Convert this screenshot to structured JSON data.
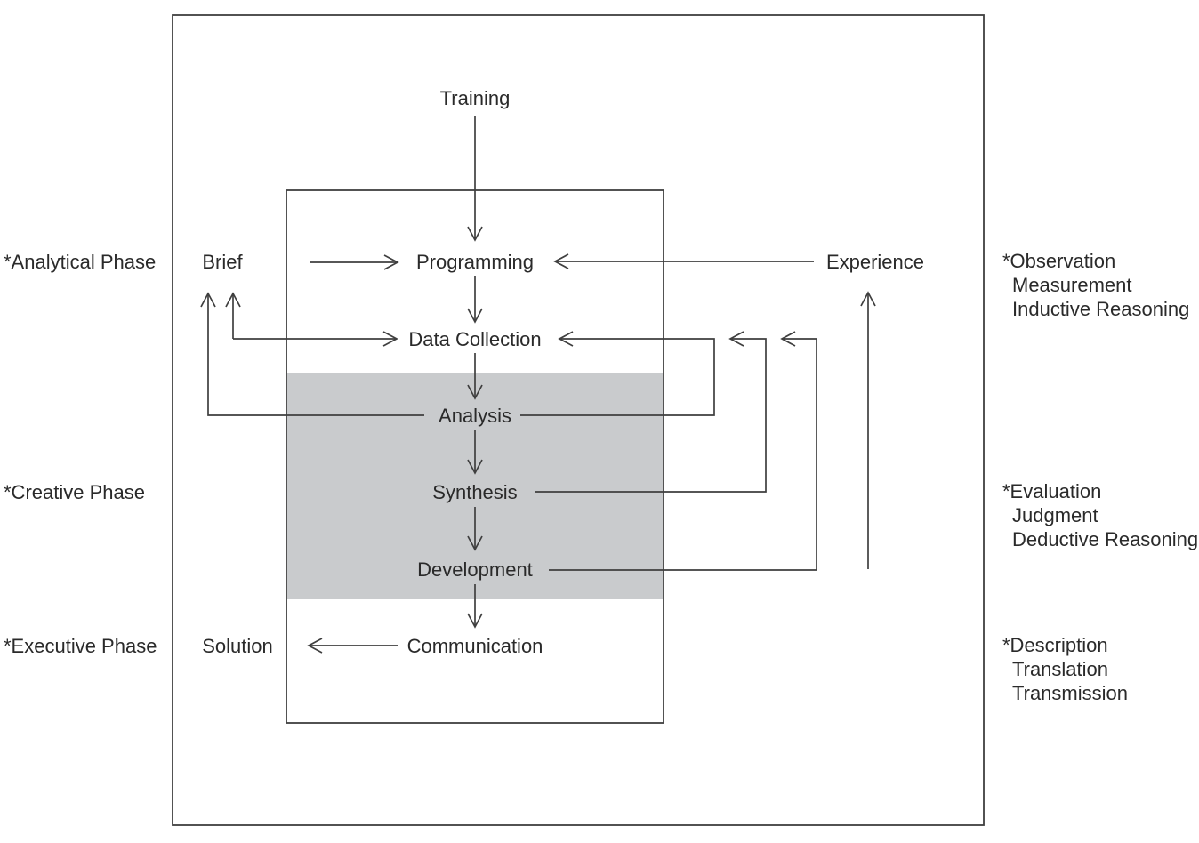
{
  "diagram": {
    "kind": "design-process-flow",
    "nodes": {
      "training": "Training",
      "brief": "Brief",
      "programming": "Programming",
      "experience": "Experience",
      "data_collection": "Data Collection",
      "analysis": "Analysis",
      "synthesis": "Synthesis",
      "development": "Development",
      "communication": "Communication",
      "solution": "Solution"
    },
    "phases_left": [
      {
        "label": "*Analytical Phase"
      },
      {
        "label": "*Creative Phase"
      },
      {
        "label": "*Executive Phase"
      }
    ],
    "annotations_right": [
      {
        "lines": [
          "*Observation",
          "Measurement",
          "Inductive Reasoning"
        ]
      },
      {
        "lines": [
          "*Evaluation",
          "Judgment",
          "Deductive Reasoning"
        ]
      },
      {
        "lines": [
          "*Description",
          "Translation",
          "Transmission"
        ]
      }
    ],
    "edges": [
      {
        "from": "training",
        "to": "programming",
        "type": "flow"
      },
      {
        "from": "brief",
        "to": "programming",
        "type": "flow"
      },
      {
        "from": "experience",
        "to": "programming",
        "type": "flow"
      },
      {
        "from": "programming",
        "to": "data_collection",
        "type": "flow"
      },
      {
        "from": "data_collection",
        "to": "analysis",
        "type": "flow"
      },
      {
        "from": "analysis",
        "to": "synthesis",
        "type": "flow"
      },
      {
        "from": "synthesis",
        "to": "development",
        "type": "flow"
      },
      {
        "from": "development",
        "to": "communication",
        "type": "flow"
      },
      {
        "from": "communication",
        "to": "solution",
        "type": "flow"
      },
      {
        "from": "analysis",
        "to": "brief",
        "type": "feedback"
      },
      {
        "from": "brief",
        "to": "data_collection",
        "type": "feedback",
        "bidirectional": true
      },
      {
        "from": "analysis",
        "to": "data_collection",
        "type": "feedback"
      },
      {
        "from": "synthesis",
        "to": "data_collection",
        "type": "feedback"
      },
      {
        "from": "development",
        "to": "data_collection",
        "type": "feedback"
      },
      {
        "from": "development",
        "to": "experience",
        "type": "feedback"
      }
    ],
    "shaded_region": {
      "covers": [
        "analysis",
        "synthesis",
        "development"
      ],
      "phase": "Creative Phase",
      "color": "#c9cbcd"
    },
    "colors": {
      "background": "#ffffff",
      "line": "#3f3f3f",
      "text": "#2a2a2a",
      "shaded_region": "#c9cbcd"
    }
  }
}
